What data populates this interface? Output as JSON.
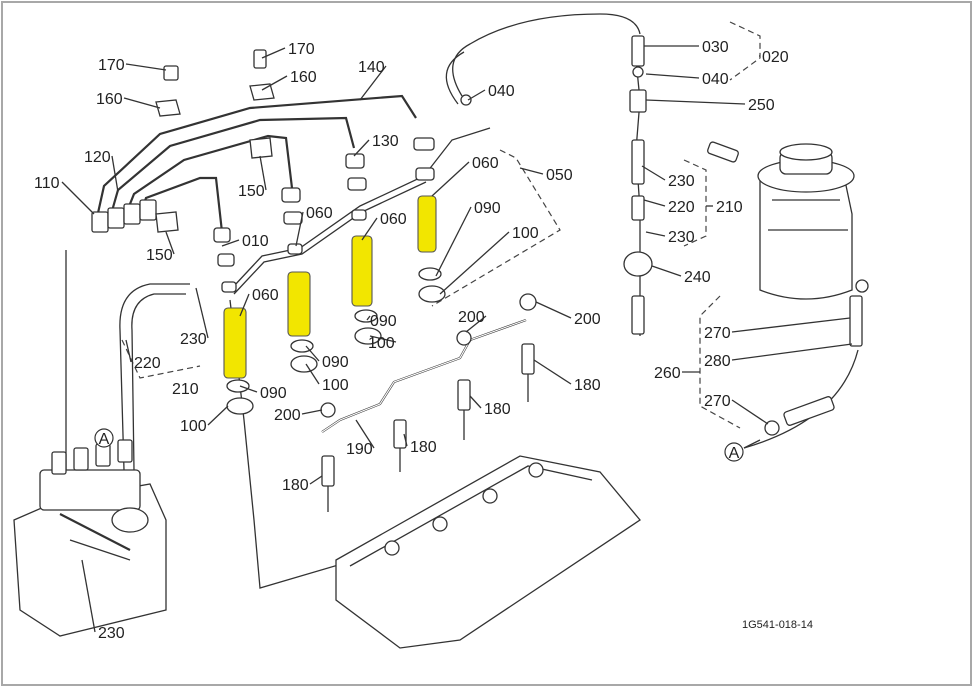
{
  "diagram": {
    "drawing_code": "1G541-018-14",
    "reference_marker": "A",
    "callouts": [
      "170",
      "160",
      "160",
      "170",
      "140",
      "040",
      "030",
      "020",
      "040",
      "250",
      "130",
      "120",
      "110",
      "150",
      "150",
      "060",
      "060",
      "060",
      "050",
      "010",
      "090",
      "100",
      "230",
      "220",
      "210",
      "060",
      "090",
      "100",
      "200",
      "200",
      "090",
      "100",
      "090",
      "100",
      "200",
      "190",
      "180",
      "180",
      "180",
      "180",
      "230",
      "220",
      "210",
      "230",
      "240",
      "270",
      "280",
      "260",
      "270",
      "230"
    ],
    "highlighted_parts": [
      "060",
      "060",
      "060",
      "060"
    ]
  },
  "colors": {
    "line": "#333333",
    "highlight": "#f2e600",
    "frame": "#a8a8a8"
  }
}
